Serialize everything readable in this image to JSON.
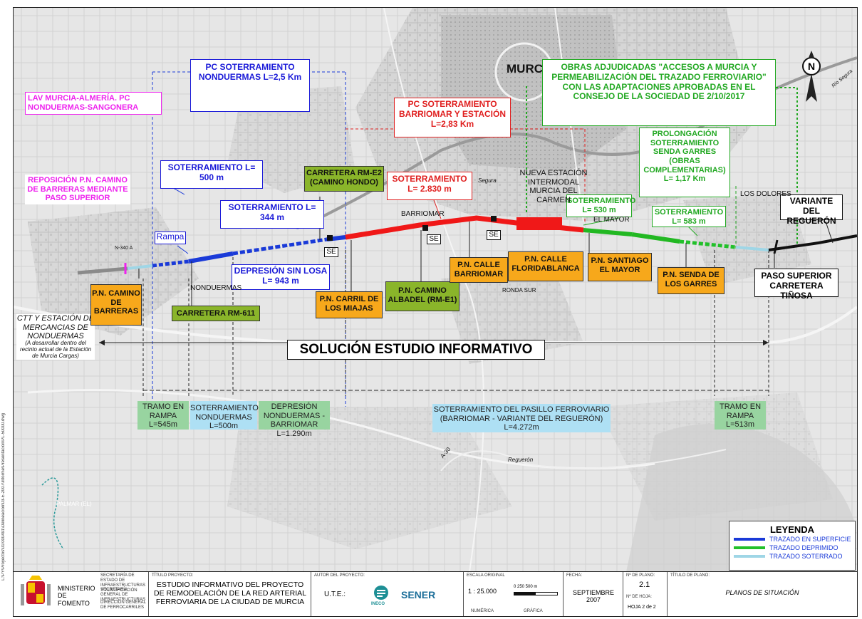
{
  "map_title": "SOLUCIÓN ESTUDIO INFORMATIVO",
  "city_label": "MURCIA",
  "north_label": "N",
  "boxes": {
    "pc_nonduermas": "PC SOTERRAMIENTO NONDUERMAS L=2,5 Km",
    "lav": "LAV MURCIA-ALMERÍA. PC NONDUERMAS-SANGONERA",
    "pc_barriomar": "PC SOTERRAMIENTO BARRIOMAR Y ESTACIÓN L=2,83 Km",
    "obras": "OBRAS ADJUDICADAS \"ACCESOS A MURCIA Y PERMEABILIZACIÓN DEL TRAZADO FERROVIARIO\" CON LAS ADAPTACIONES APROBADAS EN EL CONSEJO DE LA SOCIEDAD DE 2/10/2017",
    "prolongacion": "PROLONGACIÓN SOTERRAMIENTO SENDA GARRES (OBRAS COMPLEMENTARIAS) L= 1,17 Km",
    "soterr_500": "SOTERRAMIENTO L= 500 m",
    "soterr_344": "SOTERRAMIENTO L= 344 m",
    "soterr_2830": "SOTERRAMIENTO L= 2.830 m",
    "soterr_530": "SOTERRAMIENTO L= 530 m",
    "soterr_583": "SOTERRAMIENTO L= 583 m",
    "reposicion": "REPOSICIÓN P.N. CAMINO DE BARRERAS MEDIANTE PASO SUPERIOR",
    "rampa": "Rampa",
    "depresion": "DEPRESIÓN SIN LOSA L= 943 m",
    "nueva_estacion": "NUEVA ESTACIÓN INTERMODAL MURCIA DEL CARMEN",
    "variante": "VARIANTE DEL REGUERÓN",
    "paso_superior": "PASO SUPERIOR CARRETERA TIÑOSA",
    "ctt": "CTT Y ESTACIÓN DE MERCANCIAS DE NONDUERMAS",
    "ctt_note": "(A desarrollar dentro del recinto actual de la Estación de Murcia Cargas)"
  },
  "crossings": {
    "pn_barreras": "P.N. CAMINO DE BARRERAS",
    "rm611": "CARRETERA RM-611",
    "rm_e2": "CARRETERA RM-E2 (CAMINO HONDO)",
    "miajas": "P.N. CARRIL DE LOS MIAJAS",
    "albadel": "P.N. CAMINO ALBADEL (RM-E1)",
    "barriomar": "P.N. CALLE BARRIOMAR",
    "floridablanca": "P.N. CALLE FLORIDABLANCA",
    "santiago": "P.N. SANTIAGO EL MAYOR",
    "senda": "P.N. SENDA DE LOS GARRES"
  },
  "place_labels": {
    "barriomar": "BARRIOMAR",
    "nonduermas": "NONDUERMAS",
    "el_mayor": "EL MAYOR",
    "los_dolores": "LOS DOLORES",
    "ronda_sur": "RONDA SUR",
    "segura": "Segura",
    "rio_segura": "Río Segura",
    "regueron": "Reguerón",
    "palmar": "PALMAR (EL)",
    "a30": "A-30",
    "n340": "N-340 A",
    "se": "SE"
  },
  "tramos": [
    {
      "text": "TRAMO EN RAMPA L=545m"
    },
    {
      "text": "SOTERRAMIENTO NONDUERMAS L=500m"
    },
    {
      "text": "DEPRESIÓN NONDUERMAS - BARRIOMAR L=1.290m"
    },
    {
      "text": "SOTERRAMIENTO DEL PASILLO FERROVIARIO (BARRIOMAR - VARIANTE DEL REGUERÓN) L=4.272m"
    },
    {
      "text": "TRAMO EN RAMPA L=513m"
    }
  ],
  "legend": {
    "title": "LEYENDA",
    "items": [
      {
        "label": "TRAZADO EN SUPERFICIE",
        "color": "#1a3ad8"
      },
      {
        "label": "TRAZADO DEPRIMIDO",
        "color": "#22c02a"
      },
      {
        "label": "TRAZADO SOTERRADO",
        "color": "#9fd6e6"
      }
    ]
  },
  "colors": {
    "blue_track": "#1a3ad8",
    "red_track": "#f01818",
    "green_track": "#22b822",
    "black_track": "#111111",
    "grey_track": "#8a8a8a"
  },
  "titleblock": {
    "ministry_small_1": "SECRETARÍA DE ESTADO DE INFRAESTRUCTURAS Y PLANIFICACIÓN",
    "ministry_small_2": "SECRETARÍA GENERAL DE INFRAESTRUCTURAS",
    "ministry_small_3": "DIRECCIÓN GENERAL DE FERROCARRILES",
    "ministry": "MINISTERIO DE FOMENTO",
    "project_caption": "TÍTULO PROYECTO:",
    "project_title": "ESTUDIO INFORMATIVO DEL PROYECTO DE REMODELACIÓN DE LA RED ARTERIAL FERROVIARIA DE LA CIUDAD DE MURCIA",
    "author_caption": "AUTOR DEL PROYECTO:",
    "ute": "U.T.E.:",
    "ineco": "INECO",
    "sener": "SENER",
    "scale_caption": "ESCALA ORIGINAL",
    "scale": "1 : 25.000",
    "scale_bar": "0   250   500 m",
    "numerica": "NUMÉRICA",
    "grafica": "GRÁFICA",
    "date_caption": "FECHA:",
    "date": "SEPTIEMBRE 2007",
    "plan_no_caption": "Nº DE PLANO:",
    "plan_no": "2.1",
    "sheet_caption": "Nº DE HOJA:",
    "sheet": "HOJA 2 de 2",
    "plan_title_caption": "TÍTULO DE PLANO:",
    "plan_title": "PLANOS DE SITUACIÓN"
  },
  "side_path": "L:\\PY\\Proyectos\\01\\000491\\Delineacion\\03-E-2007\\Informe\\Presentacion\\PL-50000.dwg"
}
